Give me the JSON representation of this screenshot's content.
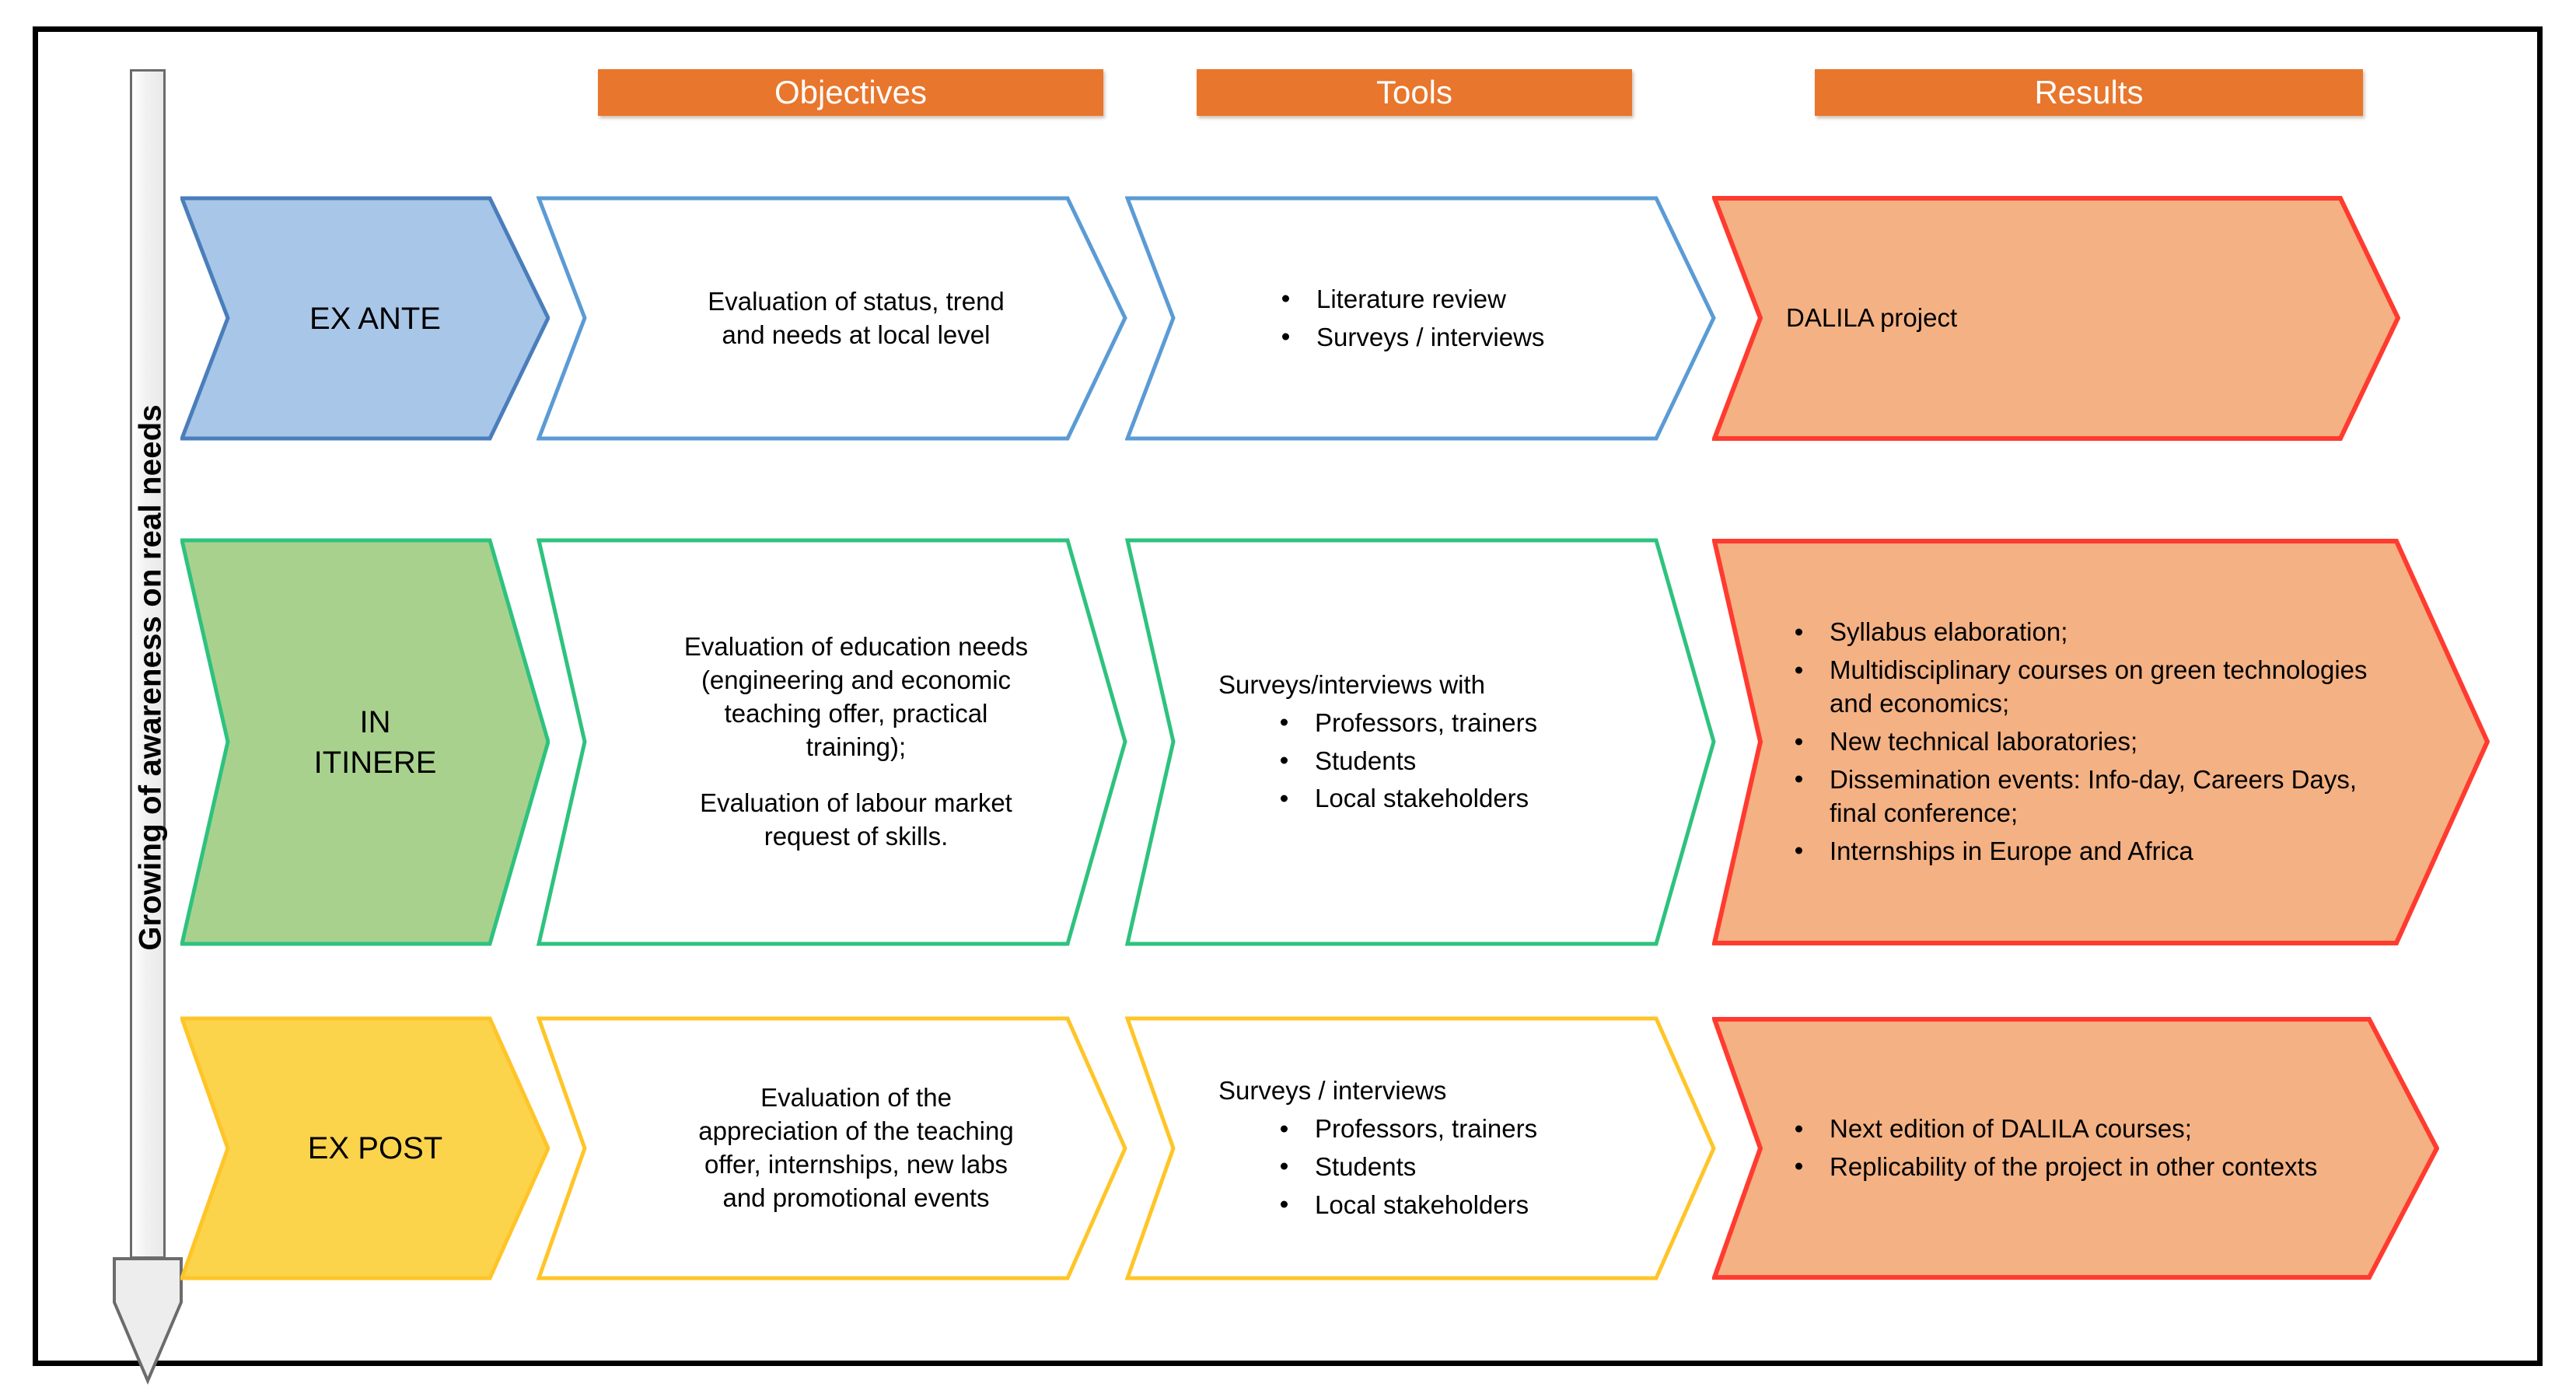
{
  "diagram": {
    "axis_label": "Growing of  awareness on real needs",
    "arrow_icon": "down-arrow-icon",
    "columns": [
      {
        "key": "objectives",
        "label": "Objectives"
      },
      {
        "key": "tools",
        "label": "Tools"
      },
      {
        "key": "results",
        "label": "Results"
      }
    ],
    "colors": {
      "header_orange": "#E8762C",
      "header_text": "#FFFFFF",
      "row1_fill": "#A8C6E8",
      "row1_stroke": "#4A7EBB",
      "row2_fill": "#A9D18E",
      "row2_stroke": "#2EC27E",
      "row3_fill": "#FBD44B",
      "row3_stroke": "#FFC528",
      "results_fill": "#F4B183",
      "results_stroke": "#FF3B30",
      "frame_stroke": "#000000",
      "arrow_fill": "#EEEEEE",
      "arrow_stroke": "#6B6B6B"
    },
    "rows": [
      {
        "key": "ex-ante",
        "stage": "EX ANTE",
        "objectives": {
          "type": "paragraph",
          "lines": [
            "Evaluation of status, trend",
            "and needs at local level"
          ]
        },
        "tools": {
          "type": "bullets",
          "lead": "",
          "items": [
            "Literature review",
            "Surveys / interviews"
          ]
        },
        "results": {
          "type": "plain",
          "lines": [
            "DALILA project"
          ]
        }
      },
      {
        "key": "in-itinere",
        "stage": "IN\nITINERE",
        "stage_lines": [
          "IN",
          "ITINERE"
        ],
        "objectives": {
          "type": "paragraph",
          "lines": [
            "Evaluation of education needs",
            "(engineering and economic",
            "teaching offer, practical",
            "training);"
          ],
          "lines2": [
            "Evaluation of labour market",
            "request of skills."
          ]
        },
        "tools": {
          "type": "bullets",
          "lead": "Surveys/interviews with",
          "items": [
            "Professors, trainers",
            "Students",
            "Local stakeholders"
          ]
        },
        "results": {
          "type": "bullets",
          "lead": "",
          "items": [
            "Syllabus elaboration;",
            "Multidisciplinary courses on green technologies and economics;",
            "New technical laboratories;",
            "Dissemination events: Info-day, Careers Days, final conference;",
            "Internships in Europe and Africa"
          ]
        }
      },
      {
        "key": "ex-post",
        "stage": "EX POST",
        "objectives": {
          "type": "paragraph",
          "lines": [
            "Evaluation of the",
            "appreciation of the teaching",
            "offer, internships, new labs",
            "and promotional  events"
          ]
        },
        "tools": {
          "type": "bullets",
          "lead": "Surveys / interviews",
          "items": [
            "Professors, trainers",
            "Students",
            "Local stakeholders"
          ]
        },
        "results": {
          "type": "bullets",
          "lead": "",
          "items": [
            "Next edition of DALILA courses;",
            "Replicability of the project in other contexts"
          ]
        }
      }
    ]
  }
}
